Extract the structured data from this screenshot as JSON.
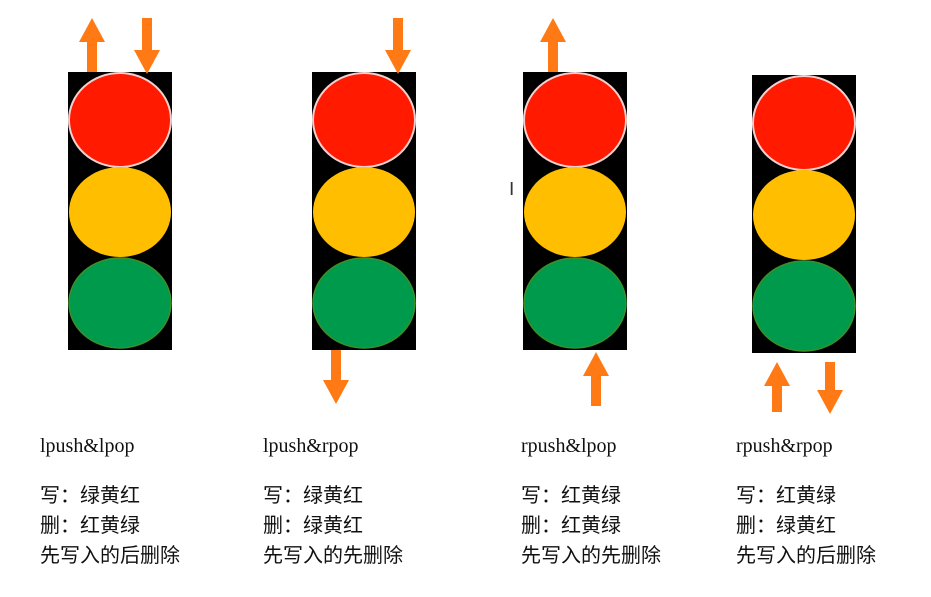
{
  "colors": {
    "housing": "#000000",
    "red": "#ff1a00",
    "yellow": "#ffbf00",
    "green": "#009a4c",
    "arrow": "#ff7a14",
    "red_rim": "#f3d0d0",
    "green_rim": "#3d8f28"
  },
  "icons": {
    "arrow_up": "arrow-up-icon",
    "arrow_down": "arrow-down-icon",
    "cursor": "text-cursor-icon"
  },
  "panels": [
    {
      "operation": "lpush&lpop",
      "write": "写：绿黄红",
      "delete": "删：红黄绿",
      "rule": "先写入的后删除"
    },
    {
      "operation": "lpush&rpop",
      "write": "写：绿黄红",
      "delete": "删：绿黄红",
      "rule": "先写入的先删除"
    },
    {
      "operation": "rpush&lpop",
      "write": "写：红黄绿",
      "delete": "删：红黄绿",
      "rule": "先写入的先删除"
    },
    {
      "operation": "rpush&rpop",
      "write": "写：红黄绿",
      "delete": "删：绿黄红",
      "rule": "先写入的后删除"
    }
  ]
}
